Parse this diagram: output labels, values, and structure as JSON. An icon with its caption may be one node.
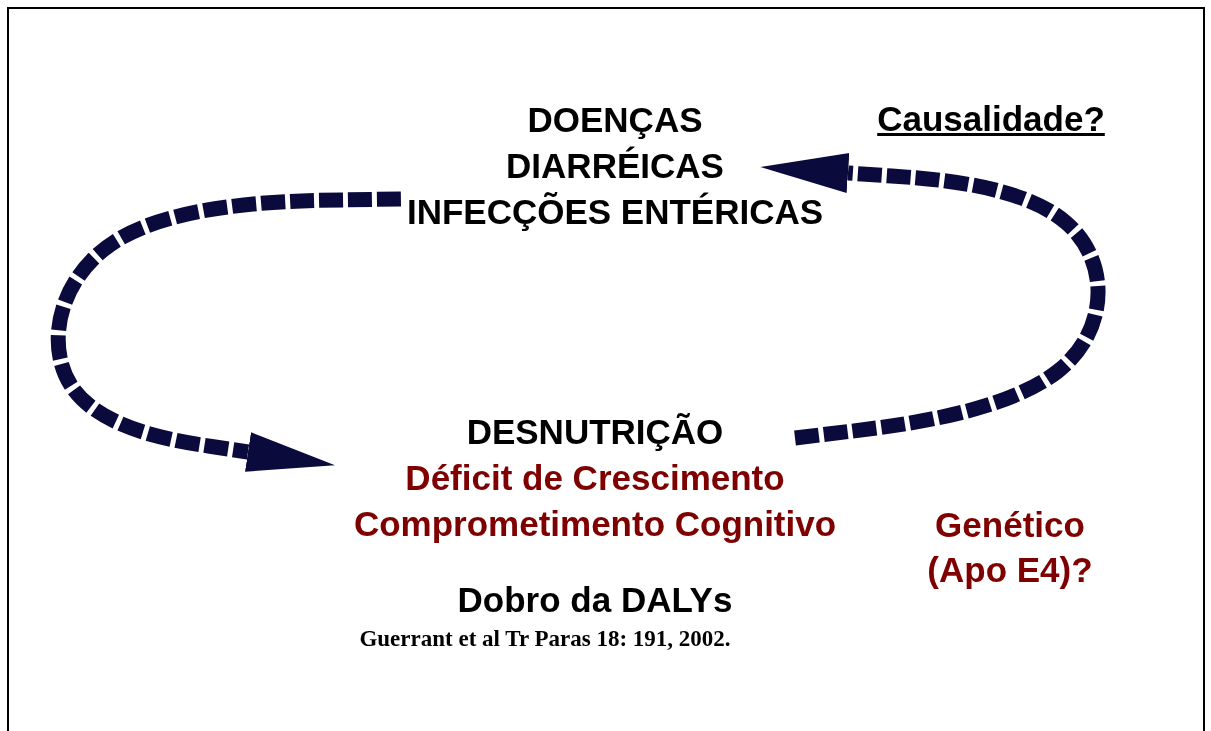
{
  "diagram": {
    "nodes": [
      {
        "text": [
          "DOENÇAS DIARRÉICAS",
          "INFECÇÕES ENTÉRICAS"
        ]
      },
      {
        "text": [
          "DESNUTRIÇÃO",
          "Déficit de Crescimento Comprometimento Cognitivo"
        ]
      }
    ],
    "edges": [
      {
        "from": 0,
        "to": 1,
        "arrow": "to"
      },
      {
        "from": 1,
        "to": 0,
        "arrow": "to"
      }
    ],
    "labels": [
      "Causalidade?",
      "Genético (Apo E4)?",
      "Dobro da DALYs",
      "Guerrant et al Tr Paras 18: 191, 2002."
    ]
  }
}
